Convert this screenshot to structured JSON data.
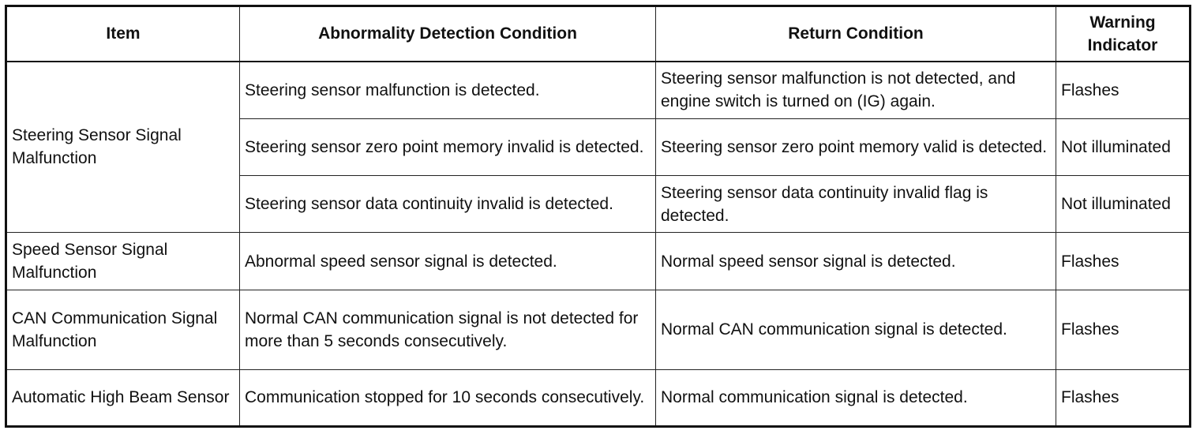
{
  "table": {
    "headers": {
      "item": "Item",
      "abnormality": "Abnormality Detection Condition",
      "return": "Return Condition",
      "warning_line1": "Warning",
      "warning_line2": "Indicator"
    },
    "rows": [
      {
        "item": "Steering Sensor Signal Malfunction",
        "abnormality": "Steering sensor malfunction is detected.",
        "return": "Steering sensor malfunction is not detected, and engine switch is turned on (IG) again.",
        "warning": "Flashes"
      },
      {
        "abnormality": "Steering sensor zero point memory invalid is detected.",
        "return": "Steering sensor zero point memory valid is detected.",
        "warning": "Not illuminated"
      },
      {
        "abnormality": "Steering sensor data continuity invalid is detected.",
        "return": "Steering sensor data continuity invalid flag is detected.",
        "warning": "Not illuminated"
      },
      {
        "item": "Speed Sensor Signal Malfunction",
        "abnormality": "Abnormal speed sensor signal is detected.",
        "return": "Normal speed sensor signal is detected.",
        "warning": "Flashes"
      },
      {
        "item": "CAN Communication Signal Malfunction",
        "abnormality": "Normal CAN communication signal is not detected for more than 5 seconds consecutively.",
        "return": "Normal CAN communication signal is detected.",
        "warning": "Flashes"
      },
      {
        "item": "Automatic High Beam Sensor",
        "abnormality": "Communication stopped for 10 seconds consecutively.",
        "return": "Normal communication signal is detected.",
        "warning": "Flashes"
      }
    ]
  }
}
